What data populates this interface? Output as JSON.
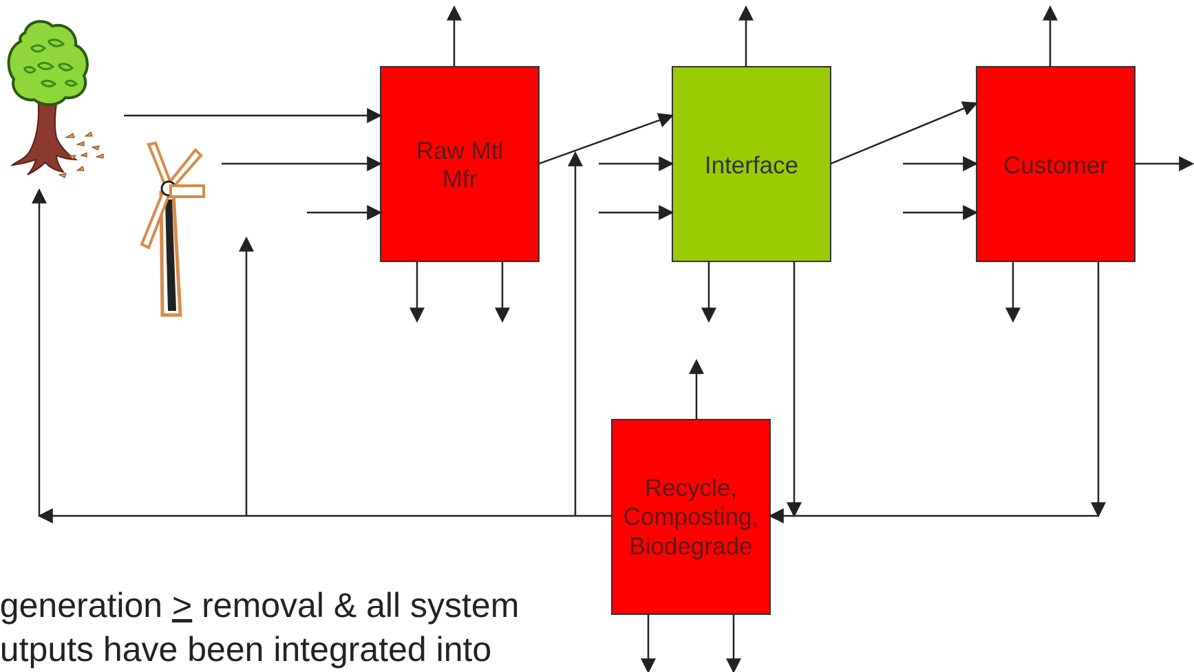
{
  "boxes": {
    "raw_mtl": {
      "line1": "Raw Mtl",
      "line2": "Mfr",
      "fill": "#ff0000"
    },
    "interface": {
      "label": "Interface",
      "fill": "#99cc00"
    },
    "customer": {
      "label": "Customer",
      "fill": "#ff0000"
    },
    "recycle": {
      "line1": "Recycle,",
      "line2": "Composting,",
      "line3": "Biodegrade",
      "fill": "#ff0000"
    }
  },
  "caption": {
    "line1_pre": "egeneration ",
    "line1_symbol": ">",
    "line1_post": " removal & all system",
    "line2": "outputs have been integrated into"
  },
  "icons": [
    "tree-icon",
    "wind-turbine-icon"
  ],
  "colors": {
    "arrow": "#222222",
    "box_border": "#333333"
  }
}
